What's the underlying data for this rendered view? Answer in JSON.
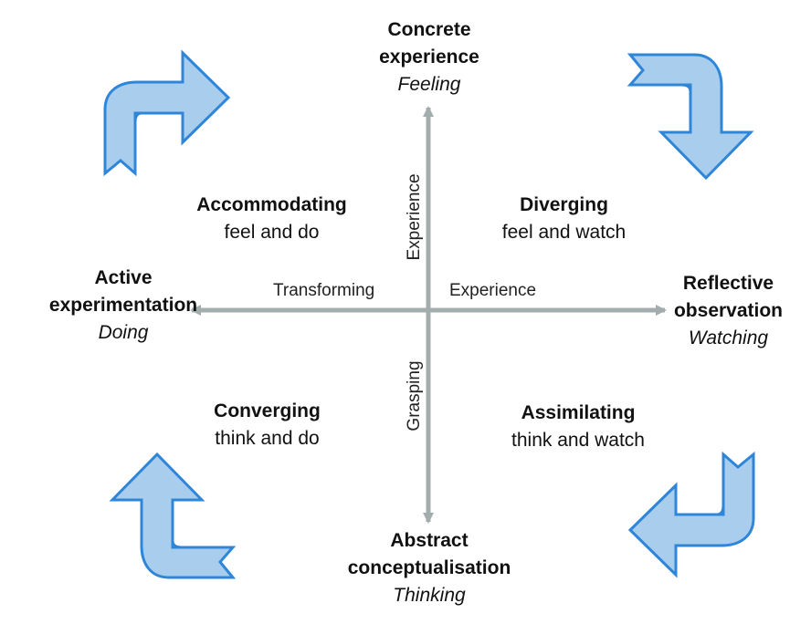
{
  "colors": {
    "arrow_fill": "#a9cdec",
    "arrow_stroke": "#2f86d9",
    "axis": "#a3adad"
  },
  "poles": {
    "top": {
      "title_line1": "Concrete",
      "title_line2": "experience",
      "subtitle": "Feeling"
    },
    "right": {
      "title_line1": "Reflective",
      "title_line2": "observation",
      "subtitle": "Watching"
    },
    "bottom": {
      "title_line1": "Abstract",
      "title_line2": "conceptualisation",
      "subtitle": "Thinking"
    },
    "left": {
      "title_line1": "Active",
      "title_line2": "experimentation",
      "subtitle": "Doing"
    }
  },
  "quadrants": {
    "top_left": {
      "title": "Accommodating",
      "desc": "feel and do"
    },
    "top_right": {
      "title": "Diverging",
      "desc": "feel and watch"
    },
    "bottom_left": {
      "title": "Converging",
      "desc": "think and do"
    },
    "bottom_right": {
      "title": "Assimilating",
      "desc": "think and watch"
    }
  },
  "axis_labels": {
    "vertical_upper": "Experience",
    "vertical_lower": "Grasping",
    "horizontal_left": "Transforming",
    "horizontal_right": "Experience"
  },
  "cycle_arrows": [
    "top-left",
    "top-right",
    "bottom-right",
    "bottom-left"
  ]
}
